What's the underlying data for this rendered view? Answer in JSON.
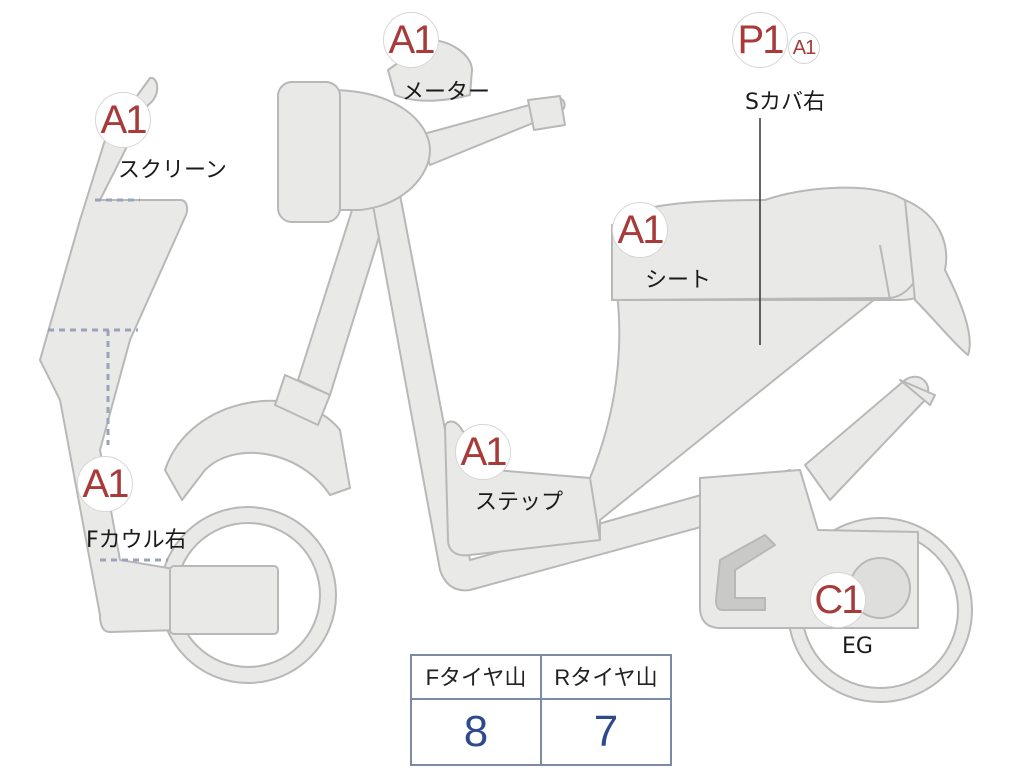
{
  "diagram": {
    "colors": {
      "body_fill": "#e9e9e7",
      "outline": "#b8b8b8",
      "grade_text": "#a83a3a",
      "value_text": "#2e4a8c",
      "table_border": "#7d8aa3"
    },
    "markers": [
      {
        "id": "meter",
        "grade": "A1",
        "label": "メーター"
      },
      {
        "id": "screen",
        "grade": "A1",
        "label": "スクリーン"
      },
      {
        "id": "side-cover-right",
        "grade": "P1",
        "grade_secondary": "A1",
        "label": "Sカバ右"
      },
      {
        "id": "seat",
        "grade": "A1",
        "label": "シート"
      },
      {
        "id": "front-cowl-right",
        "grade": "A1",
        "label": "Fカウル右"
      },
      {
        "id": "step",
        "grade": "A1",
        "label": "ステップ"
      },
      {
        "id": "engine",
        "grade": "C1",
        "label": "EG"
      }
    ],
    "tire_table": {
      "headers": [
        "Fタイヤ山",
        "Rタイヤ山"
      ],
      "values": [
        "8",
        "7"
      ]
    }
  }
}
